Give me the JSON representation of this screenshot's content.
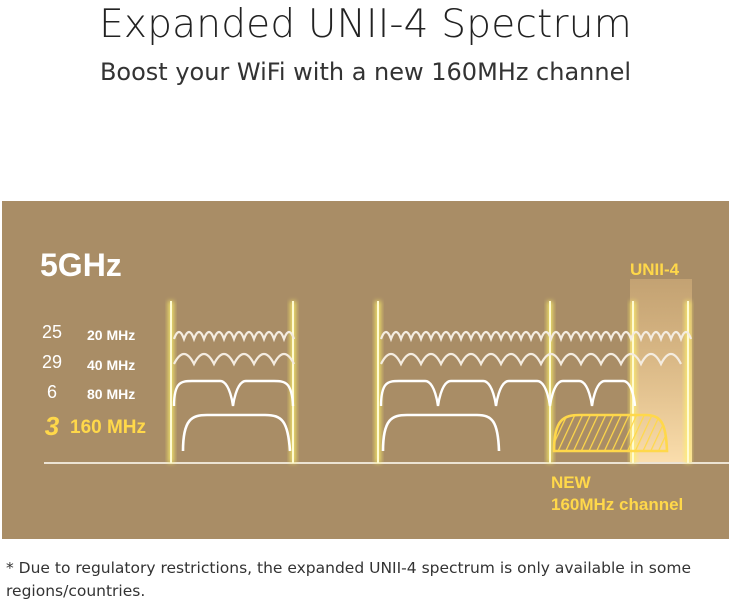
{
  "header": {
    "title": "Expanded UNII-4 Spectrum",
    "subtitle": "Boost your WiFi with a new 160MHz channel"
  },
  "diagram": {
    "band": "5GHz",
    "unii_label": "UNII-4",
    "rows": [
      {
        "count": "25",
        "width": "20 MHz"
      },
      {
        "count": "29",
        "width": "40 MHz"
      },
      {
        "count": "6",
        "width": "80 MHz"
      },
      {
        "count": "3",
        "width": "160 MHz"
      }
    ],
    "new_channel": {
      "line1": "NEW",
      "line2": "160MHz channel"
    },
    "colors": {
      "panel": "#a98d66",
      "highlight": "#ffd84a",
      "wave": "#ffffff"
    }
  },
  "footnote": "* Due to regulatory restrictions, the expanded UNII-4 spectrum is only available in some regions/countries."
}
